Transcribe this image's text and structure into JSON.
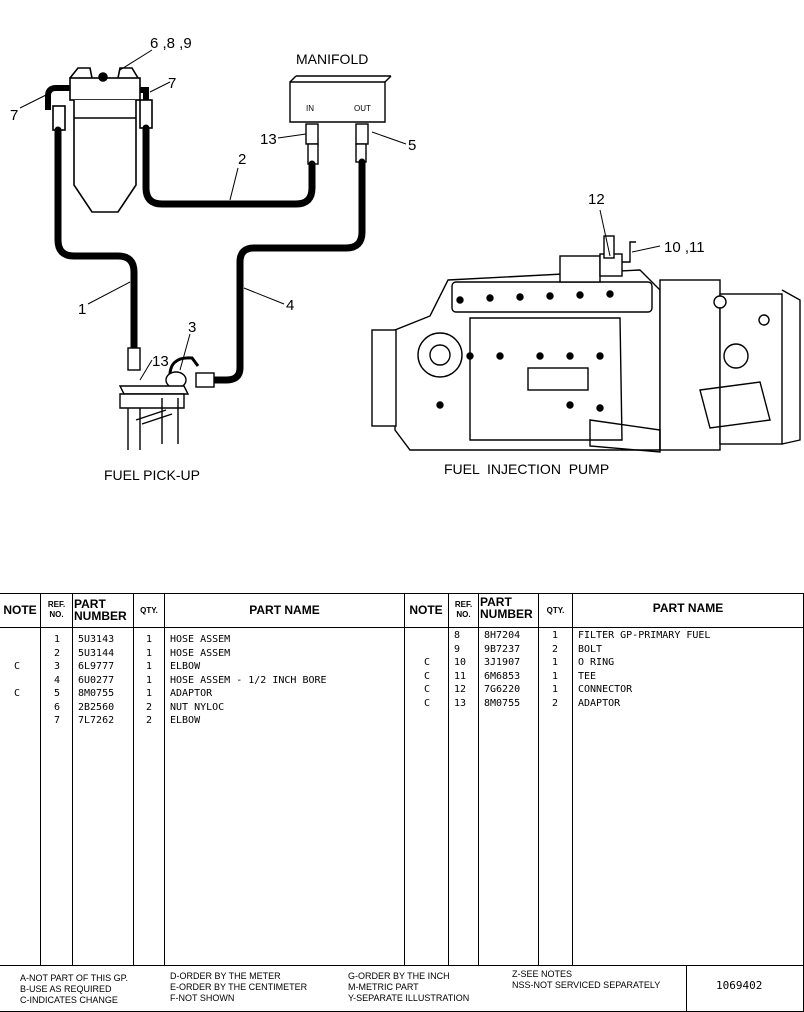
{
  "diagram": {
    "callouts": {
      "c_6_8_9": "6 ,8 ,9",
      "c_7a": "7",
      "c_7b": "7",
      "c_13a": "13",
      "c_5": "5",
      "c_2": "2",
      "c_1": "1",
      "c_4": "4",
      "c_3": "3",
      "c_13b": "13",
      "c_12": "12",
      "c_10_11": "10 ,11"
    },
    "manifold_label": "MANIFOLD",
    "manifold_in": "IN",
    "manifold_out": "OUT",
    "pickup_label": "FUEL PICK-UP",
    "pump_label": "FUEL  INJECTION  PUMP"
  },
  "table": {
    "headers": {
      "note": "NOTE",
      "ref": "REF. NO.",
      "part_number": "PART NUMBER",
      "qty": "QTY.",
      "part_name": "PART NAME"
    },
    "left": {
      "notes": "\n\nC\n\nC\n\n",
      "refs": "1\n2\n3\n4\n5\n6\n7",
      "parts": "5U3143\n5U3144\n6L9777\n6U0277\n8M0755\n2B2560\n7L7262",
      "qtys": "1\n1\n1\n1\n1\n2\n2",
      "names": "HOSE ASSEM\nHOSE ASSEM\nELBOW\nHOSE ASSEM - 1/2 INCH BORE\nADAPTOR\nNUT NYLOC\nELBOW"
    },
    "right": {
      "notes": "\n\nC\nC\nC\nC",
      "refs": "8\n9\n10\n11\n12\n13",
      "parts": "8H7204\n9B7237\n3J1907\n6M6853\n7G6220\n8M0755",
      "qtys": "1\n2\n1\n1\n1\n2",
      "names": "FILTER GP-PRIMARY FUEL\nBOLT\nO RING\nTEE\nCONNECTOR\nADAPTOR"
    }
  },
  "footer": {
    "col1": "A-NOT PART OF THIS GP.\nB-USE AS REQUIRED\nC-INDICATES CHANGE",
    "col2": "D-ORDER BY THE METER\nE-ORDER BY THE CENTIMETER\nF-NOT SHOWN",
    "col3": "G-ORDER BY THE INCH\nM-METRIC PART\nY-SEPARATE ILLUSTRATION",
    "col4": "Z-SEE NOTES\nNSS-NOT SERVICED SEPARATELY",
    "doc_number": "1069402"
  }
}
